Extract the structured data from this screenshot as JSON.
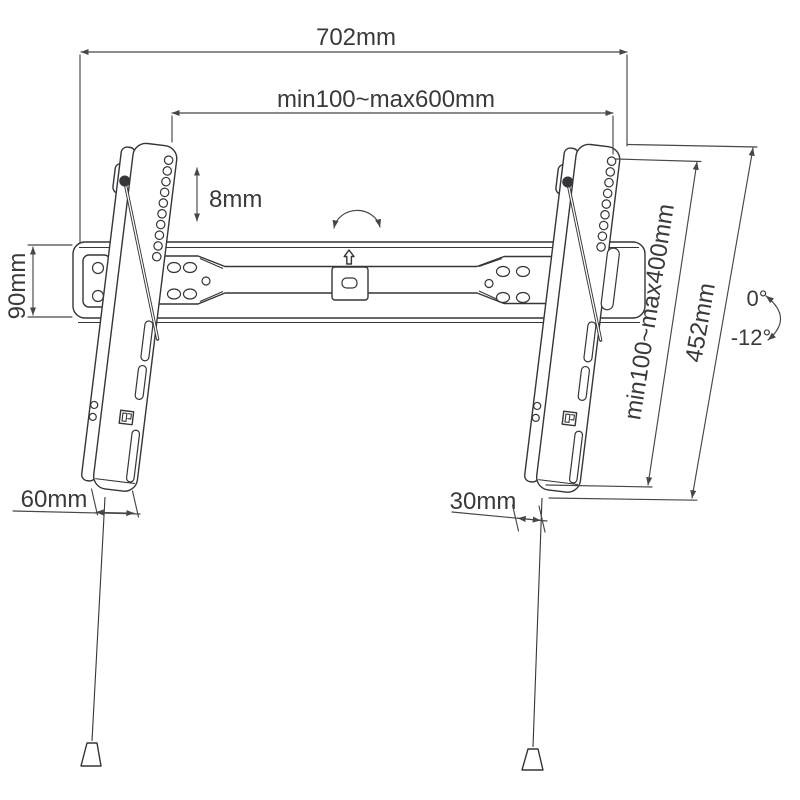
{
  "diagram": {
    "labels": {
      "total_width": "702mm",
      "vesa_width_range": "min100~max600mm",
      "hole_spacing": "8mm",
      "wall_plate_height": "90mm",
      "vesa_height_range": "min100~max400mm",
      "bracket_length": "452mm",
      "tilt_angle_upper": "0°",
      "tilt_angle_lower": "-12°",
      "bottom_gap_left": "60mm",
      "bottom_gap_right": "30mm"
    },
    "colors": {
      "background": "#ffffff",
      "part_line": "#35353a",
      "dimension_line": "#474747",
      "text": "#3a3a3a"
    },
    "icons": {
      "rotation_arc": "double-headed-arc",
      "slide_indicator": "up-arrow-outline",
      "tilt_range": "curved-double-arrow"
    }
  }
}
